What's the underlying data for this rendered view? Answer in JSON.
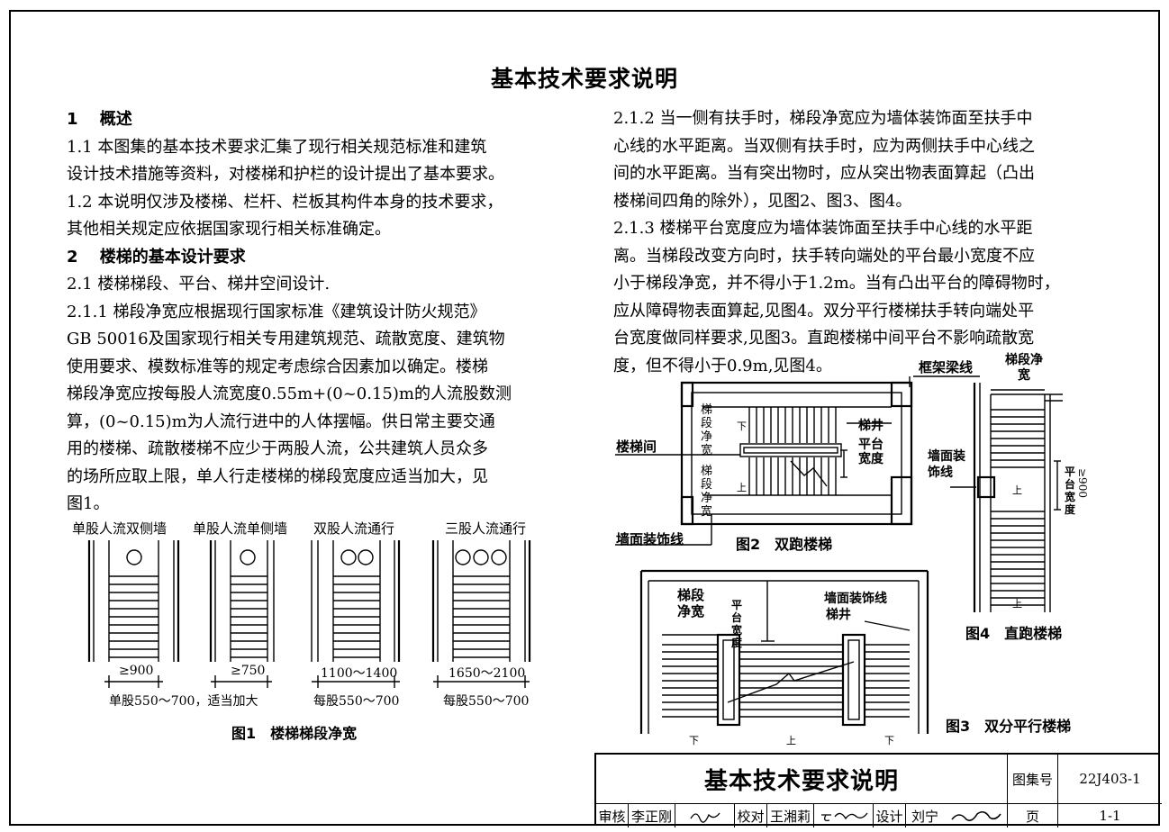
{
  "title": "基本技术要求说明",
  "left_col": [
    {
      "t": "1　 概述",
      "h": true
    },
    {
      "t": "1.1 本图集的基本技术要求汇集了现行相关规范标准和建筑"
    },
    {
      "t": "设计技术措施等资料，对楼梯和护栏的设计提出了基本要求。"
    },
    {
      "t": "1.2 本说明仅涉及楼梯、栏杆、栏板其构件本身的技术要求，"
    },
    {
      "t": "其他相关规定应依据国家现行相关标准确定。"
    },
    {
      "t": "2　 楼梯的基本设计要求",
      "h": true
    },
    {
      "t": "2.1 楼梯梯段、平台、梯井空间设计."
    },
    {
      "t": "2.1.1 梯段净宽应根据现行国家标准《建筑设计防火规范》"
    },
    {
      "t": "GB 50016及国家现行相关专用建筑规范、疏散宽度、建筑物"
    },
    {
      "t": "使用要求、模数标准等的规定考虑综合因素加以确定。楼梯"
    },
    {
      "t": "梯段净宽应按每股人流宽度0.55m+(0~0.15)m的人流股数测"
    },
    {
      "t": "算，(0~0.15)m为人流行进中的人体摆幅。供日常主要交通"
    },
    {
      "t": "用的楼梯、疏散楼梯不应少于两股人流，公共建筑人员众多"
    },
    {
      "t": "的场所应取上限，单人行走楼梯的梯段宽度应适当加大，见"
    },
    {
      "t": "图1。"
    }
  ],
  "right_col": [
    "2.1.2 当一侧有扶手时，梯段净宽应为墙体装饰面至扶手中",
    "心线的水平距离。当双侧有扶手时，应为两侧扶手中心线之",
    "间的水平距离。当有突出物时，应从突出物表面算起（凸出",
    "楼梯间四角的除外），见图2、图3、图4。",
    "2.1.3 楼梯平台宽度应为墙体装饰面至扶手中心线的水平距",
    "离。当梯段改变方向时，扶手转向端处的平台最小宽度不应",
    "小于梯段净宽，并不得小于1.2m。当有凸出平台的障碍物时，",
    "应从障碍物表面算起,见图4。双分平行楼梯扶手转向端处平",
    "台宽度做同样要求,见图3。直跑楼梯中间平台不影响疏散宽",
    "度，但不得小于0.9m,见图4。"
  ],
  "fig1": {
    "caption": "图1　楼梯梯段净宽",
    "headers": [
      "单股人流双侧墙",
      "单股人流单侧墙",
      "双股人流通行",
      "三股人流通行"
    ],
    "dims": [
      "≥900",
      "≥750",
      "1100～1400",
      "1650～2100"
    ],
    "notes": [
      "单股550～700，适当加大",
      "每股550～700",
      "每股550～700"
    ]
  },
  "fig2": {
    "caption": "图2　双跑楼梯",
    "labels": {
      "frame_beam": "框架梁线",
      "stairwell": "楼梯间",
      "wall_finish": "墙面装饰线",
      "run_width_a": "梯段净宽",
      "run_width_b": "梯段净宽",
      "well": "梯井",
      "platform": "平台宽度",
      "down": "下",
      "up": "上"
    }
  },
  "fig3": {
    "caption": "图3　双分平行楼梯",
    "labels": {
      "run_width": "梯段净宽",
      "platform": "平台宽度",
      "wall_finish": "墙面装饰线",
      "well": "梯井",
      "down": "下",
      "up": "上"
    }
  },
  "fig4": {
    "caption": "图4　直跑楼梯",
    "labels": {
      "run_width": "梯段净宽",
      "wall_finish": "墙面装饰线",
      "platform": "平台宽度",
      "min": "≥900",
      "up": "上"
    }
  },
  "title_block": {
    "main_title": "基本技术要求说明",
    "atlas_label": "图集号",
    "atlas_no": "22J403-1",
    "page_label": "页",
    "page_no": "1-1",
    "review_label": "审核",
    "reviewer": "李正刚",
    "check_label": "校对",
    "checker": "王湘莉",
    "design_label": "设计",
    "designer": "刘宁"
  }
}
